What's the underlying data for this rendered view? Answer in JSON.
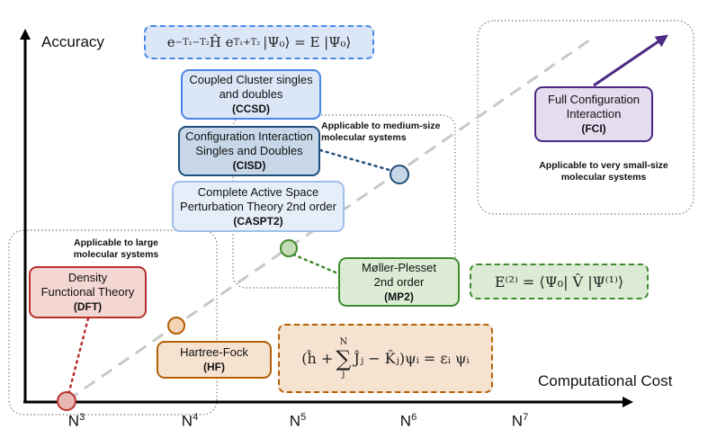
{
  "axes": {
    "y_label": "Accuracy",
    "x_label": "Computational Cost",
    "ticks": [
      {
        "base": "N",
        "exp": "3"
      },
      {
        "base": "N",
        "exp": "4"
      },
      {
        "base": "N",
        "exp": "5"
      },
      {
        "base": "N",
        "exp": "6"
      },
      {
        "base": "N",
        "exp": "7"
      }
    ]
  },
  "methods": {
    "ccsd": {
      "line1": "Coupled Cluster singles",
      "line2": "and doubles",
      "abbr": "(CCSD)"
    },
    "cisd": {
      "line1": "Configuration Interaction",
      "line2": "Singles and Doubles",
      "abbr": "(CISD)"
    },
    "caspt2": {
      "line1": "Complete Active Space",
      "line2": "Perturbation Theory 2nd order",
      "abbr": "(CASPT2)"
    },
    "fci": {
      "line1": "Full Configuration",
      "line2": "Interaction",
      "abbr": "(FCI)"
    },
    "mp2": {
      "line1": "Møller-Plesset",
      "line2": "2nd order",
      "abbr": "(MP2)"
    },
    "dft": {
      "line1": "Density",
      "line2": "Functional Theory",
      "abbr": "(DFT)"
    },
    "hf": {
      "line1": "Hartree-Fock",
      "abbr": "(HF)"
    }
  },
  "notes": {
    "medium": {
      "line1": "Applicable to medium-size",
      "line2": "molecular systems"
    },
    "small": {
      "line1": "Applicable to very small-size",
      "line2": "molecular systems"
    },
    "large": {
      "line1": "Applicable to large",
      "line2": "molecular systems"
    }
  },
  "equations": {
    "cc": {
      "lead": "e",
      "exp1": "−T₁−T₂",
      "mid": " Ĥ e",
      "exp2": "T₁+T₂",
      "tail": "|Ψ₀⟩ = E |Ψ₀⟩"
    },
    "mp2": {
      "text": "E⁽²⁾ = ⟨Ψ₀| V̂ |Ψ⁽¹⁾⟩"
    },
    "hf": {
      "open": "(ĥ + ",
      "sum": "∑",
      "sum_top": "N",
      "sum_bottom": "j",
      "body": " Ĵⱼ − K̂ⱼ)",
      "tail": " ψᵢ = εᵢ ψᵢ"
    }
  },
  "colors": {
    "blue": "#4a86e8",
    "blue_fill": "#dbe6f7",
    "dark_blue": "#1f4e79",
    "dark_blue_fill": "#c7d7e8",
    "light_blue": "#9fc0ea",
    "light_blue_fill": "#e6eef9",
    "purple": "#4b2883",
    "purple_fill": "#e4dcef",
    "green": "#3f8a2f",
    "green_fill": "#dcecd4",
    "red": "#b7302a",
    "red_fill": "#f4d7d3",
    "orange": "#b45f06",
    "orange_fill": "#f6e2d0",
    "gray_dash": "#c8c8c8"
  }
}
